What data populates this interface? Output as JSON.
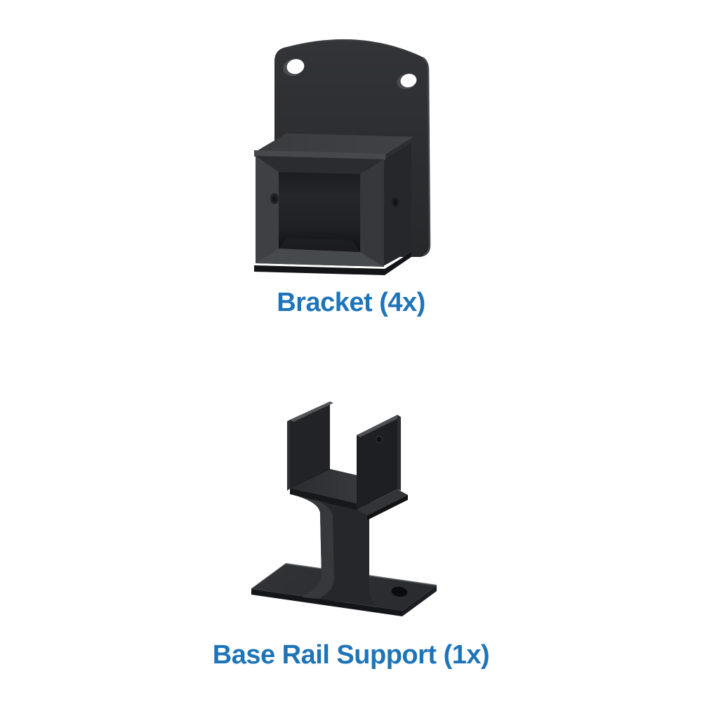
{
  "page": {
    "background_color": "#ffffff",
    "kind": "hardware parts illustration list"
  },
  "colors": {
    "accent_text": "#1e74b8",
    "part_darkest": "#0f1012",
    "part_dark": "#232427",
    "part_mid": "#323337",
    "part_light": "#3c3d40",
    "edge_highlight": "#53555a",
    "hole_white": "#ffffff"
  },
  "parts": [
    {
      "name": "Bracket",
      "quantity_label": "4x",
      "caption": "Bracket (4x)",
      "illustration": "black-wall-bracket-with-square-socket-two-mounting-holes-3d-render"
    },
    {
      "name": "Base Rail Support",
      "quantity_label": "1x",
      "caption": "Base Rail Support (1x)",
      "illustration": "black-base-rail-support-u-channel-on-i-beam-stem-with-base-plate-3d-render"
    }
  ]
}
